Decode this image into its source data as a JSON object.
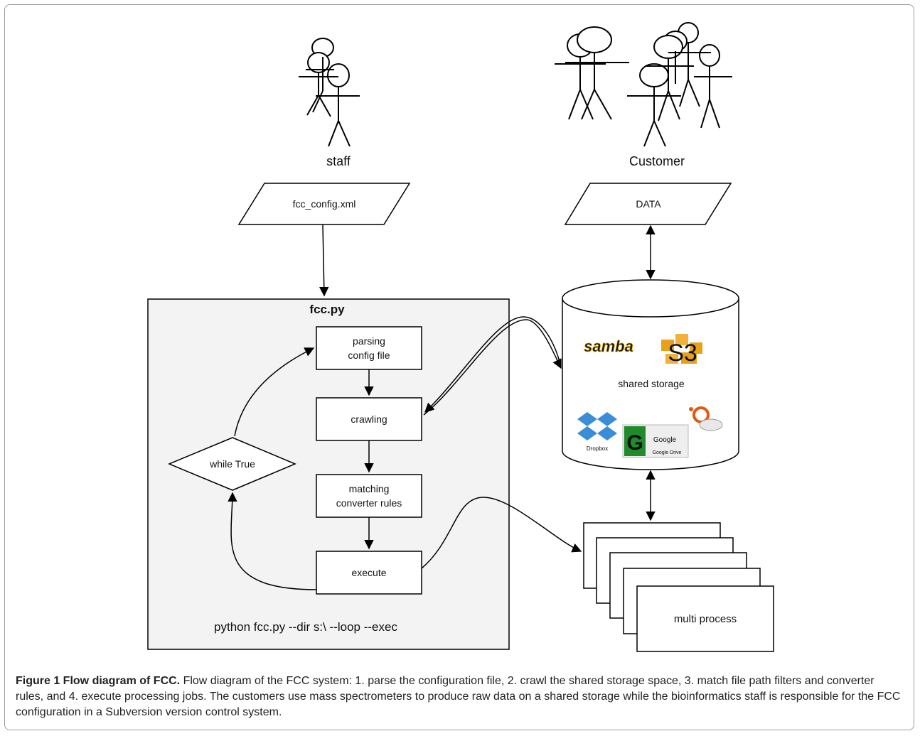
{
  "actors": {
    "staff_label": "staff",
    "customer_label": "Customer"
  },
  "inputs": {
    "config_file": "fcc_config.xml",
    "data": "DATA"
  },
  "program": {
    "title": "fcc.py",
    "steps": [
      "parsing",
      "config file",
      "crawling",
      "matching",
      "converter rules",
      "execute"
    ],
    "loop": "while True",
    "command": "python fcc.py --dir s:\\ --loop --exec"
  },
  "storage": {
    "label": "shared storage",
    "logos": {
      "samba": "samba",
      "s3": "S3",
      "dropbox": "Dropbox",
      "gdrive": "Google Drive",
      "gdrive_letter": "G",
      "gdrive_word": "Google"
    }
  },
  "workers": {
    "label": "multi process"
  },
  "caption": {
    "title": "Figure 1 Flow diagram of FCC.",
    "text": " Flow diagram of the FCC system: 1. parse the configuration file, 2. crawl the shared storage space, 3. match file path filters and converter rules, and 4. execute processing jobs. The customers use mass spectrometers to produce raw data on a shared storage while the bioinformatics staff is responsible for the FCC configuration in a Subversion version control system."
  }
}
